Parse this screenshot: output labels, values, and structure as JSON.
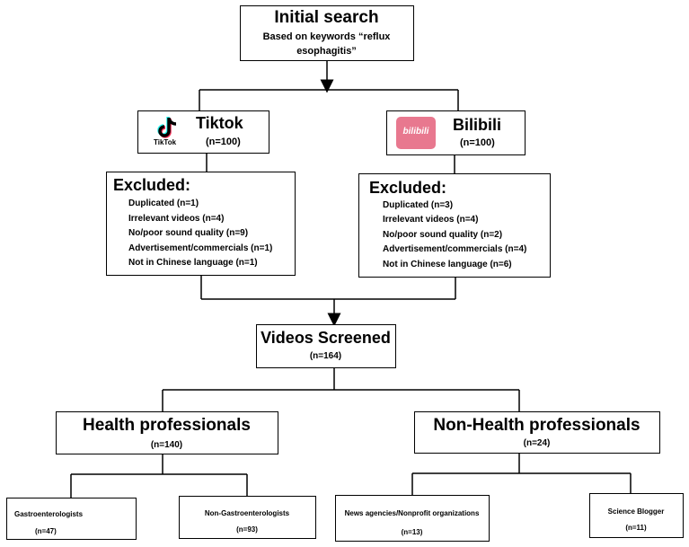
{
  "initial": {
    "title": "Initial search",
    "line1": "Based on keywords “reflux",
    "line2": "esophagitis”"
  },
  "tiktok": {
    "name": "Tiktok",
    "logo_text": "TikTok",
    "count": "(n=100)",
    "excluded_title": "Excluded:",
    "excluded": [
      "Duplicated (n=1)",
      "Irrelevant videos (n=4)",
      "No/poor sound quality (n=9)",
      "Advertisement/commercials (n=1)",
      "Not in Chinese language (n=1)"
    ]
  },
  "bilibili": {
    "name": "Bilibili",
    "logo_text": "bilibili",
    "count": "(n=100)",
    "excluded_title": "Excluded:",
    "excluded": [
      "Duplicated (n=3)",
      "Irrelevant videos (n=4)",
      "No/poor sound quality (n=2)",
      "Advertisement/commercials (n=4)",
      "Not in Chinese language (n=6)"
    ]
  },
  "screened": {
    "title": "Videos Screened",
    "count": "(n=164)"
  },
  "health": {
    "title": "Health professionals",
    "count": "(n=140)"
  },
  "nonhealth": {
    "title": "Non-Health professionals",
    "count": "(n=24)"
  },
  "leaves": {
    "gastro": {
      "title": "Gastroenterologists",
      "count": "(n=47)"
    },
    "nongastro": {
      "title": "Non-Gastroenterologists",
      "count": "(n=93)"
    },
    "news": {
      "title": "News agencies/Nonprofit organizations",
      "count": "(n=13)"
    },
    "science": {
      "title": "Science Blogger",
      "count": "(n=11)"
    }
  },
  "colors": {
    "bilibili_logo": "#e8788f",
    "tiktok_cyan": "#25f4ee",
    "tiktok_red": "#fe2c55"
  }
}
